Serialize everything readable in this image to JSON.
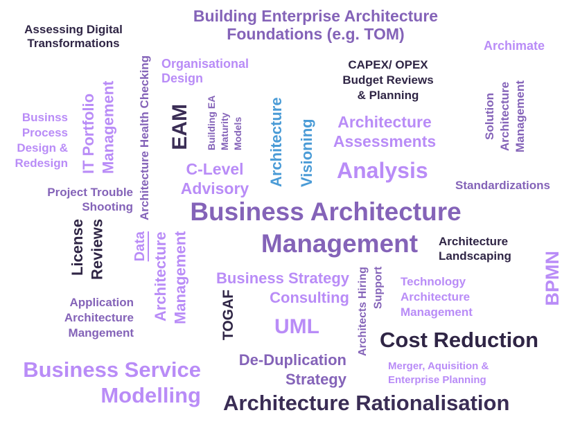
{
  "word_cloud": {
    "colors": {
      "medium_purple": "#8463b8",
      "light_purple": "#b98cf7",
      "dark": "#2f2545",
      "blue": "#4a9bd6"
    },
    "words": [
      {
        "lines": [
          "Building Enterprise Architecture",
          "Foundations (e.g. TOM)"
        ]
      },
      {
        "lines": [
          "Assessing Digital",
          "Transformations"
        ]
      },
      {
        "lines": [
          "Architecture Health Checking"
        ]
      },
      {
        "lines": [
          "Archimate"
        ]
      },
      {
        "lines": [
          "Organisational",
          "Design"
        ]
      },
      {
        "lines": [
          "CAPEX/ OPEX",
          "Budget Reviews",
          "& Planning"
        ]
      },
      {
        "lines": [
          "IT Portfolio",
          "Management"
        ]
      },
      {
        "lines": [
          "EAM"
        ]
      },
      {
        "lines": [
          "Building EA",
          "Maturity",
          "Models"
        ]
      },
      {
        "lines": [
          "Architecture"
        ]
      },
      {
        "lines": [
          "Visioning"
        ]
      },
      {
        "lines": [
          "Architecture",
          "Assessments"
        ]
      },
      {
        "lines": [
          "Solution",
          "Architecture",
          "Management"
        ]
      },
      {
        "lines": [
          "Businss",
          "Process",
          "Design &",
          "Redesign"
        ]
      },
      {
        "lines": [
          "C-Level",
          "Advisory"
        ]
      },
      {
        "lines": [
          "Analysis"
        ]
      },
      {
        "lines": [
          "Standardizations"
        ]
      },
      {
        "lines": [
          "Project Trouble",
          "Shooting"
        ]
      },
      {
        "lines": [
          "Business Architecture",
          "Management"
        ]
      },
      {
        "lines": [
          "License",
          "Reviews"
        ]
      },
      {
        "lines": [
          "Data"
        ]
      },
      {
        "lines": [
          "Architecture",
          "Management"
        ]
      },
      {
        "lines": [
          "Architecture",
          "Landscaping"
        ]
      },
      {
        "lines": [
          "BPMN"
        ]
      },
      {
        "lines": [
          "Business Strategy",
          "Consulting"
        ]
      },
      {
        "lines": [
          "Technology",
          "Architecture",
          "Management"
        ]
      },
      {
        "lines": [
          "Architects Hiring",
          "Support"
        ]
      },
      {
        "lines": [
          "TOGAF"
        ]
      },
      {
        "lines": [
          "Application",
          "Architecture",
          "Mangement"
        ]
      },
      {
        "lines": [
          "UML"
        ]
      },
      {
        "lines": [
          "Cost Reduction"
        ]
      },
      {
        "lines": [
          "De-Duplication",
          "Strategy"
        ]
      },
      {
        "lines": [
          "Merger, Aquisition &",
          "Enterprise Planning"
        ]
      },
      {
        "lines": [
          "Business Service",
          "Modelling"
        ]
      },
      {
        "lines": [
          "Architecture Rationalisation"
        ]
      }
    ]
  }
}
